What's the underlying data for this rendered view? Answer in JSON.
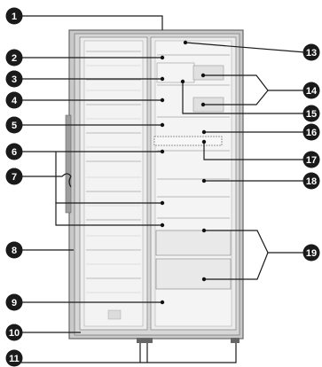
{
  "diagram": {
    "subject": "side-by-side refrigerator parts diagram",
    "callouts": [
      "1",
      "2",
      "3",
      "4",
      "5",
      "6",
      "7",
      "8",
      "9",
      "10",
      "11",
      "13",
      "14",
      "15",
      "16",
      "17",
      "18",
      "19"
    ],
    "colors": {
      "callout_fill": "#1a1a1a",
      "callout_text": "#ffffff",
      "leader": "#1a1a1a",
      "cabinet": "#bdbdbd",
      "interior": "#e6e6e6",
      "shelf": "#cfcfcf",
      "dot": "#111111"
    }
  }
}
